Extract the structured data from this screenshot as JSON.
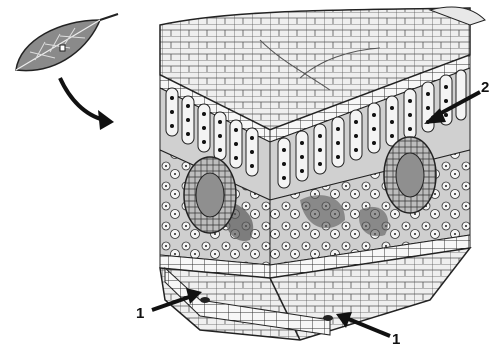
{
  "figure": {
    "labels": [
      {
        "id": "upper-right",
        "text": "2"
      },
      {
        "id": "lower-left",
        "text": "1"
      },
      {
        "id": "lower-right",
        "text": "1"
      }
    ]
  },
  "colors": {
    "ink": "#222222",
    "tissue_light": "#f2f2f2",
    "tissue_mid": "#d9d9d9",
    "tissue_dark": "#9a9a9a",
    "background": "#ffffff"
  },
  "icons": [
    "leaf-icon",
    "curved-arrow-icon",
    "pointer-arrow-icon"
  ]
}
